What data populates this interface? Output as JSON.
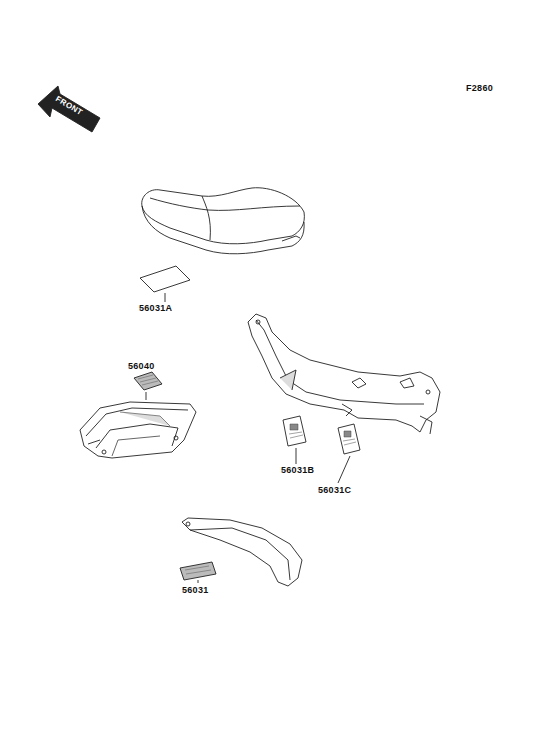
{
  "diagram": {
    "labels": [
      "F2860",
      "FRONT",
      "56031A",
      "56040",
      "56031B",
      "56031C",
      "56031"
    ]
  }
}
